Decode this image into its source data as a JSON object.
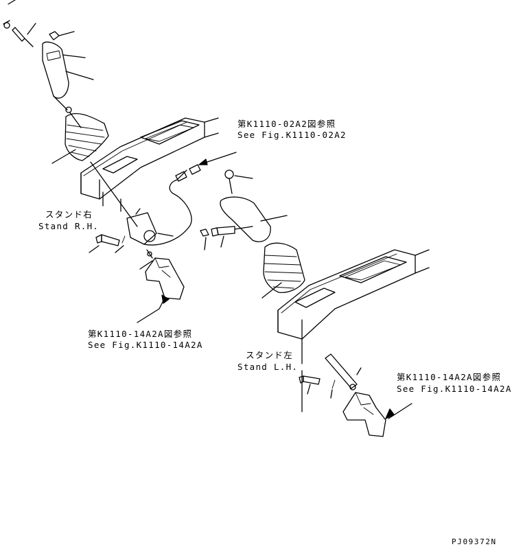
{
  "labels": {
    "ref_top_jp": "第K1110-02A2図参照",
    "ref_top_en": "See Fig.K1110-02A2",
    "stand_rh_jp": "スタンド右",
    "stand_rh_en": "Stand R.H.",
    "ref_mid_jp": "第K1110-14A2A図参照",
    "ref_mid_en": "See Fig.K1110-14A2A",
    "stand_lh_jp": "スタンド左",
    "stand_lh_en": "Stand L.H.",
    "ref_right_jp": "第K1110-14A2A図参照",
    "ref_right_en": "See Fig.K1110-14A2A",
    "drawing_no": "PJ09372N"
  }
}
